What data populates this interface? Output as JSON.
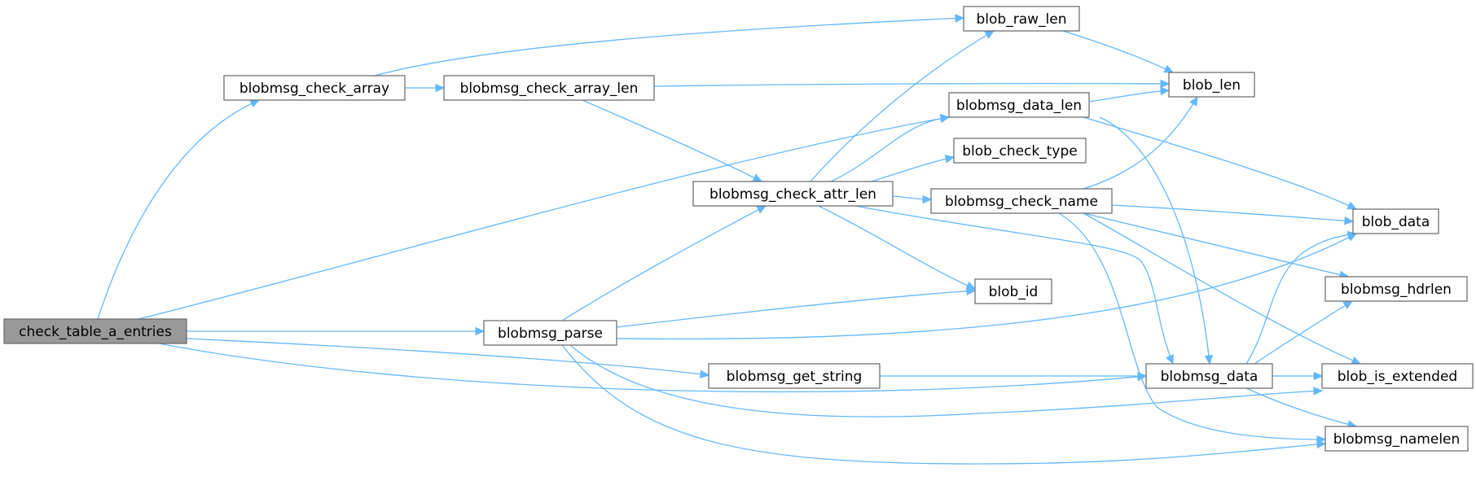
{
  "graph": {
    "nodes": [
      {
        "id": "check_table_a_entries",
        "label": "check_table_a_entries",
        "root": true
      },
      {
        "id": "blobmsg_check_array",
        "label": "blobmsg_check_array"
      },
      {
        "id": "blobmsg_check_array_len",
        "label": "blobmsg_check_array_len"
      },
      {
        "id": "blob_raw_len",
        "label": "blob_raw_len"
      },
      {
        "id": "blob_len",
        "label": "blob_len"
      },
      {
        "id": "blobmsg_data_len",
        "label": "blobmsg_data_len"
      },
      {
        "id": "blob_check_type",
        "label": "blob_check_type"
      },
      {
        "id": "blobmsg_check_attr_len",
        "label": "blobmsg_check_attr_len"
      },
      {
        "id": "blobmsg_check_name",
        "label": "blobmsg_check_name"
      },
      {
        "id": "blob_data",
        "label": "blob_data"
      },
      {
        "id": "blobmsg_hdrlen",
        "label": "blobmsg_hdrlen"
      },
      {
        "id": "blob_id",
        "label": "blob_id"
      },
      {
        "id": "blobmsg_parse",
        "label": "blobmsg_parse"
      },
      {
        "id": "blobmsg_get_string",
        "label": "blobmsg_get_string"
      },
      {
        "id": "blobmsg_data",
        "label": "blobmsg_data"
      },
      {
        "id": "blob_is_extended",
        "label": "blob_is_extended"
      },
      {
        "id": "blobmsg_namelen",
        "label": "blobmsg_namelen"
      }
    ],
    "edges": [
      {
        "from": "check_table_a_entries",
        "to": "blobmsg_check_array"
      },
      {
        "from": "check_table_a_entries",
        "to": "blobmsg_data_len"
      },
      {
        "from": "check_table_a_entries",
        "to": "blobmsg_parse"
      },
      {
        "from": "check_table_a_entries",
        "to": "blobmsg_get_string"
      },
      {
        "from": "check_table_a_entries",
        "to": "blobmsg_data"
      },
      {
        "from": "blobmsg_check_array",
        "to": "blob_raw_len"
      },
      {
        "from": "blobmsg_check_array",
        "to": "blobmsg_check_array_len"
      },
      {
        "from": "blobmsg_check_array_len",
        "to": "blob_len"
      },
      {
        "from": "blobmsg_check_array_len",
        "to": "blobmsg_check_attr_len"
      },
      {
        "from": "blob_raw_len",
        "to": "blob_len"
      },
      {
        "from": "blobmsg_data_len",
        "to": "blob_len"
      },
      {
        "from": "blobmsg_data_len",
        "to": "blob_data"
      },
      {
        "from": "blobmsg_data_len",
        "to": "blobmsg_data"
      },
      {
        "from": "blobmsg_check_attr_len",
        "to": "blob_raw_len"
      },
      {
        "from": "blobmsg_check_attr_len",
        "to": "blobmsg_data_len"
      },
      {
        "from": "blobmsg_check_attr_len",
        "to": "blob_check_type"
      },
      {
        "from": "blobmsg_check_attr_len",
        "to": "blobmsg_check_name"
      },
      {
        "from": "blobmsg_check_attr_len",
        "to": "blob_id"
      },
      {
        "from": "blobmsg_check_attr_len",
        "to": "blobmsg_data"
      },
      {
        "from": "blobmsg_check_name",
        "to": "blob_len"
      },
      {
        "from": "blobmsg_check_name",
        "to": "blob_data"
      },
      {
        "from": "blobmsg_check_name",
        "to": "blobmsg_hdrlen"
      },
      {
        "from": "blobmsg_check_name",
        "to": "blob_is_extended"
      },
      {
        "from": "blobmsg_check_name",
        "to": "blobmsg_namelen"
      },
      {
        "from": "blobmsg_parse",
        "to": "blobmsg_check_attr_len"
      },
      {
        "from": "blobmsg_parse",
        "to": "blob_id"
      },
      {
        "from": "blobmsg_parse",
        "to": "blob_data"
      },
      {
        "from": "blobmsg_parse",
        "to": "blob_is_extended"
      },
      {
        "from": "blobmsg_parse",
        "to": "blobmsg_namelen"
      },
      {
        "from": "blobmsg_get_string",
        "to": "blobmsg_data"
      },
      {
        "from": "blobmsg_data",
        "to": "blob_data"
      },
      {
        "from": "blobmsg_data",
        "to": "blobmsg_hdrlen"
      },
      {
        "from": "blobmsg_data",
        "to": "blob_is_extended"
      },
      {
        "from": "blobmsg_data",
        "to": "blobmsg_namelen"
      }
    ]
  },
  "colors": {
    "edge": "#63b8ff",
    "node_border": "#666666",
    "root_fill": "#999999"
  }
}
